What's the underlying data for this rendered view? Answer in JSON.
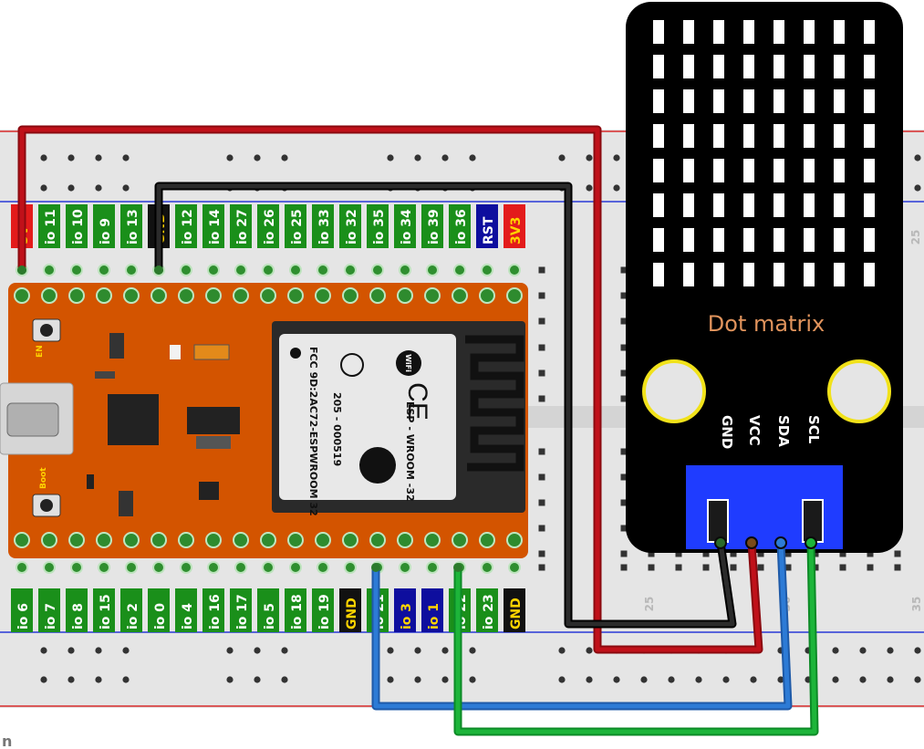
{
  "top_labels": [
    "5V",
    "io 11",
    "io 10",
    "io 9",
    "io 13",
    "GND",
    "io 12",
    "io 14",
    "io 27",
    "io 26",
    "io 25",
    "io 33",
    "io 32",
    "io 35",
    "io 34",
    "io 39",
    "io 36",
    "RST",
    "3V3"
  ],
  "bottom_labels": [
    "io 6",
    "io 7",
    "io 8",
    "io 15",
    "io 2",
    "io 0",
    "io 4",
    "io 16",
    "io 17",
    "io 5",
    "io 18",
    "io 19",
    "GND",
    "io 21",
    "io 3",
    "io 1",
    "io 22",
    "io 23",
    "GND"
  ],
  "module": {
    "title": "Dot matrix",
    "pins": [
      "GND",
      "VCC",
      "SDA",
      "SCL"
    ]
  },
  "board": {
    "buttons": [
      "EN",
      "Boot"
    ],
    "chip_lines": [
      "ESP - WROOM -32",
      "FCC 9D:2AC72-ESPWROOM 32",
      "205 - 000519"
    ],
    "wifi_badge": "WiFi"
  },
  "breadboard": {
    "column_marks": [
      "25",
      "25",
      "30",
      "35"
    ],
    "corner_mark": "n"
  },
  "colors": {
    "board": "#d35400",
    "module": "#000000",
    "header": "#1f3cff",
    "wire_red": "#c0111a",
    "wire_black": "#1a1a1a",
    "wire_blue": "#2d7bd6",
    "wire_green": "#1db53a",
    "label_green": "#1a8f1a",
    "label_blue": "#0e0e9e",
    "label_red": "#e31b1b",
    "label_black": "#111111"
  }
}
